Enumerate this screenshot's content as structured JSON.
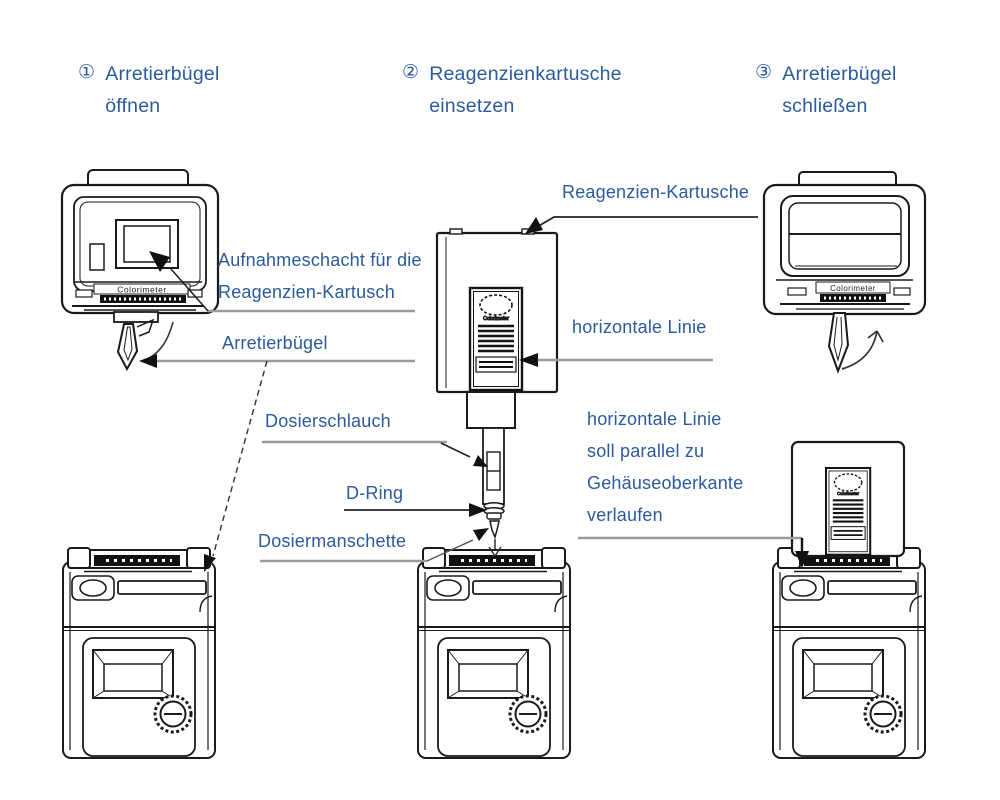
{
  "steps": [
    {
      "num": "①",
      "line1": "Arretierbügel",
      "line2": "öffnen"
    },
    {
      "num": "②",
      "line1": "Reagenzienkartusche",
      "line2": "einsetzen"
    },
    {
      "num": "③",
      "line1": "Arretierbügel",
      "line2": "schließen"
    }
  ],
  "callouts": {
    "reagent_cartridge": "Reagenzien-Kartusche",
    "intake_slot_line1": "Aufnahmeschacht für die",
    "intake_slot_line2": "Reagenzien-Kartusch",
    "locking_bracket": "Arretierbügel",
    "horizontal_line": "horizontale Linie",
    "dosing_tube": "Dosierschlauch",
    "d_ring": "D-Ring",
    "dosing_sleeve": "Dosiermanschette",
    "parallel_note_line1": "horizontale Linie",
    "parallel_note_line2": "soll parallel zu",
    "parallel_note_line3": "Gehäuseoberkante",
    "parallel_note_line4": "verlaufen"
  },
  "device_label": "Colorimeter",
  "colors": {
    "label_blue": "#2b5a9d",
    "leader_gray": "#9b9b9b",
    "line_black": "#1a1a1a",
    "background": "#ffffff"
  }
}
